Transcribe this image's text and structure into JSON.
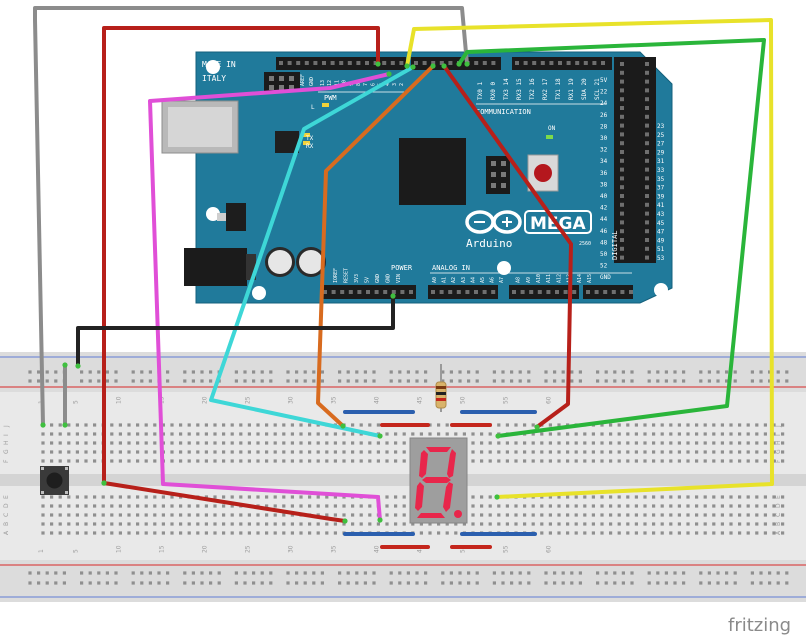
{
  "board": {
    "made_in": "MADE IN",
    "italy": "ITALY",
    "pwm": "PWM",
    "communication": "COMMUNICATION",
    "power": "POWER",
    "analog_in": "ANALOG IN",
    "digital": "DIGITAL",
    "on": "ON",
    "tx": "TX",
    "rx": "RX",
    "l": "L",
    "mega": "MEGA",
    "arduino": "Arduino",
    "model": "2560",
    "pin_aref": "AREF",
    "pin_gnd": "GND",
    "top_pins_pwm": [
      "13",
      "12",
      "11",
      "10",
      "9",
      "8",
      "7",
      "6",
      "5",
      "4",
      "3",
      "2"
    ],
    "top_pins_comm": [
      "TX0 1",
      "RX0 0",
      "TX3 14",
      "RX3 15",
      "TX2 16",
      "RX2 17",
      "TX1 18",
      "RX1 19",
      "SDA 20",
      "SCL 21"
    ],
    "power_pins": [
      "IOREF",
      "RESET",
      "3V3",
      "5V",
      "GND",
      "GND",
      "VIN"
    ],
    "analog_pins": [
      "A0",
      "A1",
      "A2",
      "A3",
      "A4",
      "A5",
      "A6",
      "A7",
      "A8",
      "A9",
      "A10",
      "A11",
      "A12",
      "A13",
      "A14",
      "A15"
    ],
    "right_header_pins": [
      "5V",
      "22",
      "24",
      "26",
      "28",
      "30",
      "32",
      "34",
      "36",
      "38",
      "40",
      "42",
      "44",
      "46",
      "48",
      "50",
      "52",
      "GND"
    ],
    "right_header_pins_b": [
      "23",
      "25",
      "27",
      "29",
      "31",
      "33",
      "35",
      "37",
      "39",
      "41",
      "43",
      "45",
      "47",
      "49",
      "51",
      "53"
    ]
  },
  "breadboard": {
    "column_numbers": [
      "1",
      "5",
      "10",
      "15",
      "20",
      "25",
      "30",
      "35",
      "40",
      "45",
      "50",
      "55",
      "60"
    ],
    "row_letters_top": [
      "J",
      "I",
      "H",
      "G",
      "F"
    ],
    "row_letters_bottom": [
      "E",
      "D",
      "C",
      "B",
      "A"
    ]
  },
  "display": {
    "digit": "8.",
    "segment_color": "#e8264b"
  },
  "watermark": "fritzing",
  "wire_colors": {
    "red": "#b7201a",
    "gray": "#8c8c8c",
    "yellow": "#e8e22a",
    "green": "#2ab53a",
    "magenta": "#e04fd7",
    "cyan": "#3ed7d7",
    "orange": "#d86b1f",
    "black": "#222222",
    "board": "#207a9b"
  }
}
